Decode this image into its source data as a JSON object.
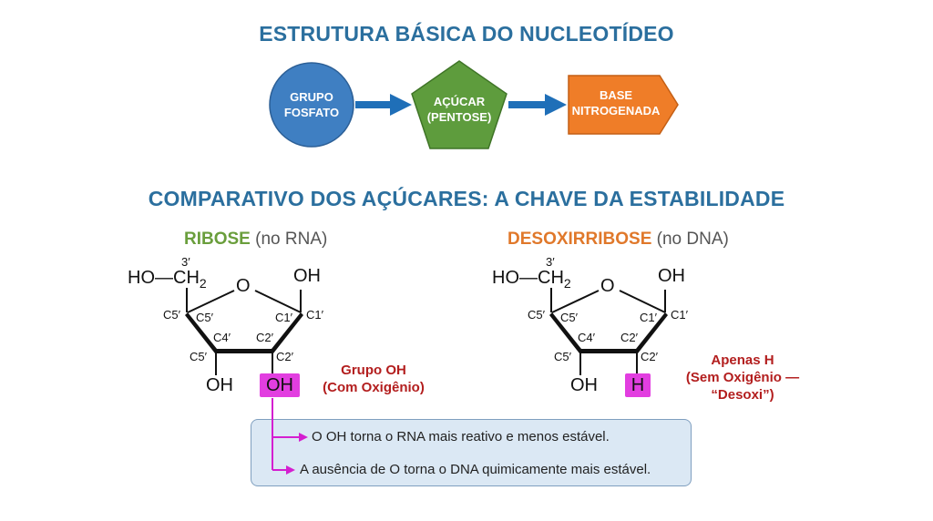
{
  "titles": {
    "main": "ESTRUTURA BÁSICA DO NUCLEOTÍDEO",
    "compare": "COMPARATIVO DOS AÇÚCARES: A CHAVE DA ESTABILIDADE"
  },
  "flow": {
    "phosphate": {
      "line1": "GRUPO",
      "line2": "FOSFATO",
      "color": "#3f7fc2"
    },
    "sugar": {
      "line1": "AÇÚCAR",
      "line2": "(PENTOSE)",
      "color": "#5e9c3d"
    },
    "base": {
      "line1": "BASE",
      "line2": "NITROGENADA",
      "color": "#ef7d28"
    },
    "arrow_color": "#1f6fb8"
  },
  "ribose": {
    "name": "RIBOSE",
    "context": "(no RNA)",
    "name_color": "#6a9e3c",
    "ho_ch2": "HO",
    "ch2": "CH",
    "sub2": "2",
    "oxygen": "O",
    "top_oh": "OH",
    "bottom_left_oh": "OH",
    "bottom_right_highlight": "OH",
    "labels": {
      "three_prime": "3′",
      "c5_outer": "C5′",
      "c5_inner": "C5′",
      "c1_inner": "C1′",
      "c1_outer": "C1′",
      "c4": "C4′",
      "c2_inner": "C2′",
      "c5_lower": "C5′",
      "c2_lower": "C2′"
    },
    "note_line1": "Grupo OH",
    "note_line2": "(Com Oxigênio)"
  },
  "deoxyribose": {
    "name": "DESOXIRRIBOSE",
    "context": "(no DNA)",
    "name_color": "#e0782a",
    "ho_ch2": "HO",
    "ch2": "CH",
    "sub2": "2",
    "oxygen": "O",
    "top_oh": "OH",
    "bottom_left_oh": "OH",
    "bottom_right_highlight": "H",
    "labels": {
      "three_prime": "3′",
      "c5_outer": "C5′",
      "c5_inner": "C5′",
      "c1_inner": "C1′",
      "c1_outer": "C1′",
      "c4": "C4′",
      "c2_inner": "C2′",
      "c5_lower": "C5′",
      "c2_lower": "C2′"
    },
    "note_line1": "Apenas H",
    "note_line2": "(Sem Oxigênio —",
    "note_line3": "“Desoxi”)"
  },
  "info": {
    "line1": "O OH torna o RNA mais reativo e menos estável.",
    "line2": "A ausência de O torna o DNA quimicamente mais estável.",
    "arrow_color": "#d41fd0",
    "highlight_color": "#e23ee0"
  }
}
